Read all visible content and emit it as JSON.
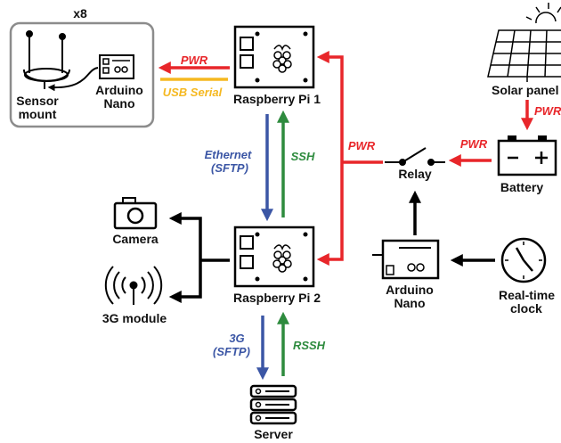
{
  "colors": {
    "power": "#e8262a",
    "usb": "#f5b820",
    "network": "#3b56a5",
    "ssh": "#2e8b3e",
    "line": "#000000"
  },
  "nodes": {
    "sensor_multiplier": "x8",
    "sensor_mount": [
      "Sensor",
      "mount"
    ],
    "arduino_nano_top": [
      "Arduino",
      "Nano"
    ],
    "raspberry_pi_1": "Raspberry Pi 1",
    "raspberry_pi_2": "Raspberry Pi 2",
    "solar_panel": "Solar panel",
    "battery": "Battery",
    "relay": "Relay",
    "camera": "Camera",
    "module_3g": "3G module",
    "arduino_nano_bottom": [
      "Arduino",
      "Nano"
    ],
    "realtime_clock": [
      "Real-time",
      "clock"
    ],
    "server": "Server"
  },
  "edges": {
    "pwr_to_arduino": "PWR",
    "usb_serial": "USB Serial",
    "pwr_solar": "PWR",
    "pwr_battery": "PWR",
    "pwr_relay": "PWR",
    "ethernet": [
      "Ethernet",
      "(SFTP)"
    ],
    "ssh": "SSH",
    "net_3g": [
      "3G",
      "(SFTP)"
    ],
    "rssh": "RSSH"
  }
}
